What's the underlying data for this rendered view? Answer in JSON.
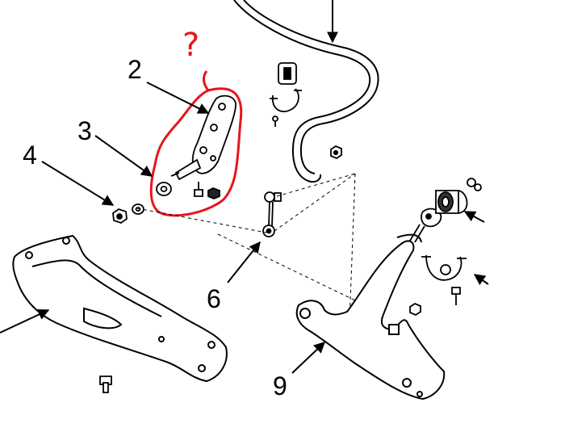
{
  "diagram": {
    "callouts": [
      {
        "id": "2",
        "label": "2"
      },
      {
        "id": "3",
        "label": "3"
      },
      {
        "id": "4",
        "label": "4"
      },
      {
        "id": "6",
        "label": "6"
      },
      {
        "id": "9",
        "label": "9"
      }
    ],
    "annotation": {
      "text": "?",
      "color": "#e8151b"
    },
    "line_color": "#000000"
  }
}
